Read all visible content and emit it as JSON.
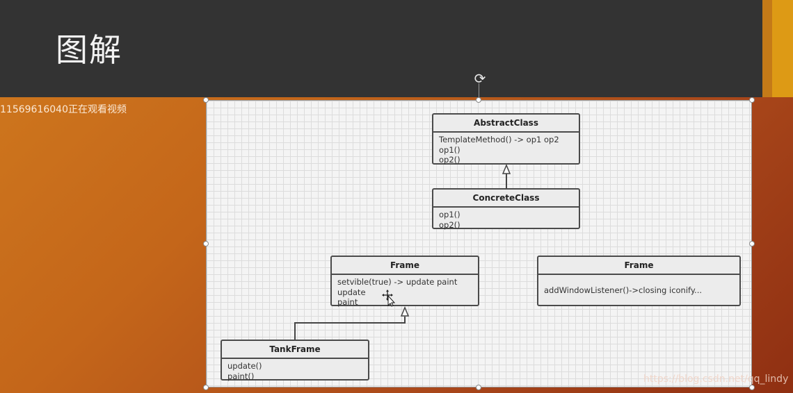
{
  "slide": {
    "title": "图解",
    "viewer_notice": "11569616040正在观看视频",
    "watermark": "https://blog.csdn.net/qq_lindy"
  },
  "diagram": {
    "abstract_class": {
      "name": "AbstractClass",
      "ops": [
        "TemplateMethod() -> op1 op2",
        "op1()",
        "op2()"
      ]
    },
    "concrete_class": {
      "name": "ConcreteClass",
      "ops": [
        "op1()",
        "op2()"
      ]
    },
    "frame_left": {
      "name": "Frame",
      "ops": [
        "setvible(true) -> update paint",
        "update",
        "paint"
      ]
    },
    "frame_right": {
      "name": "Frame",
      "ops": [
        "addWindowListener()->closing iconify..."
      ]
    },
    "tank_frame": {
      "name": "TankFrame",
      "ops": [
        "update()",
        "paint()"
      ]
    }
  },
  "icons": {
    "rotate": "rotate-icon",
    "cursor": "move-cursor-icon"
  },
  "colors": {
    "header": "#333333",
    "accent": "#dd9a15",
    "box_border": "#4a4a4a",
    "box_fill": "#ececec"
  }
}
